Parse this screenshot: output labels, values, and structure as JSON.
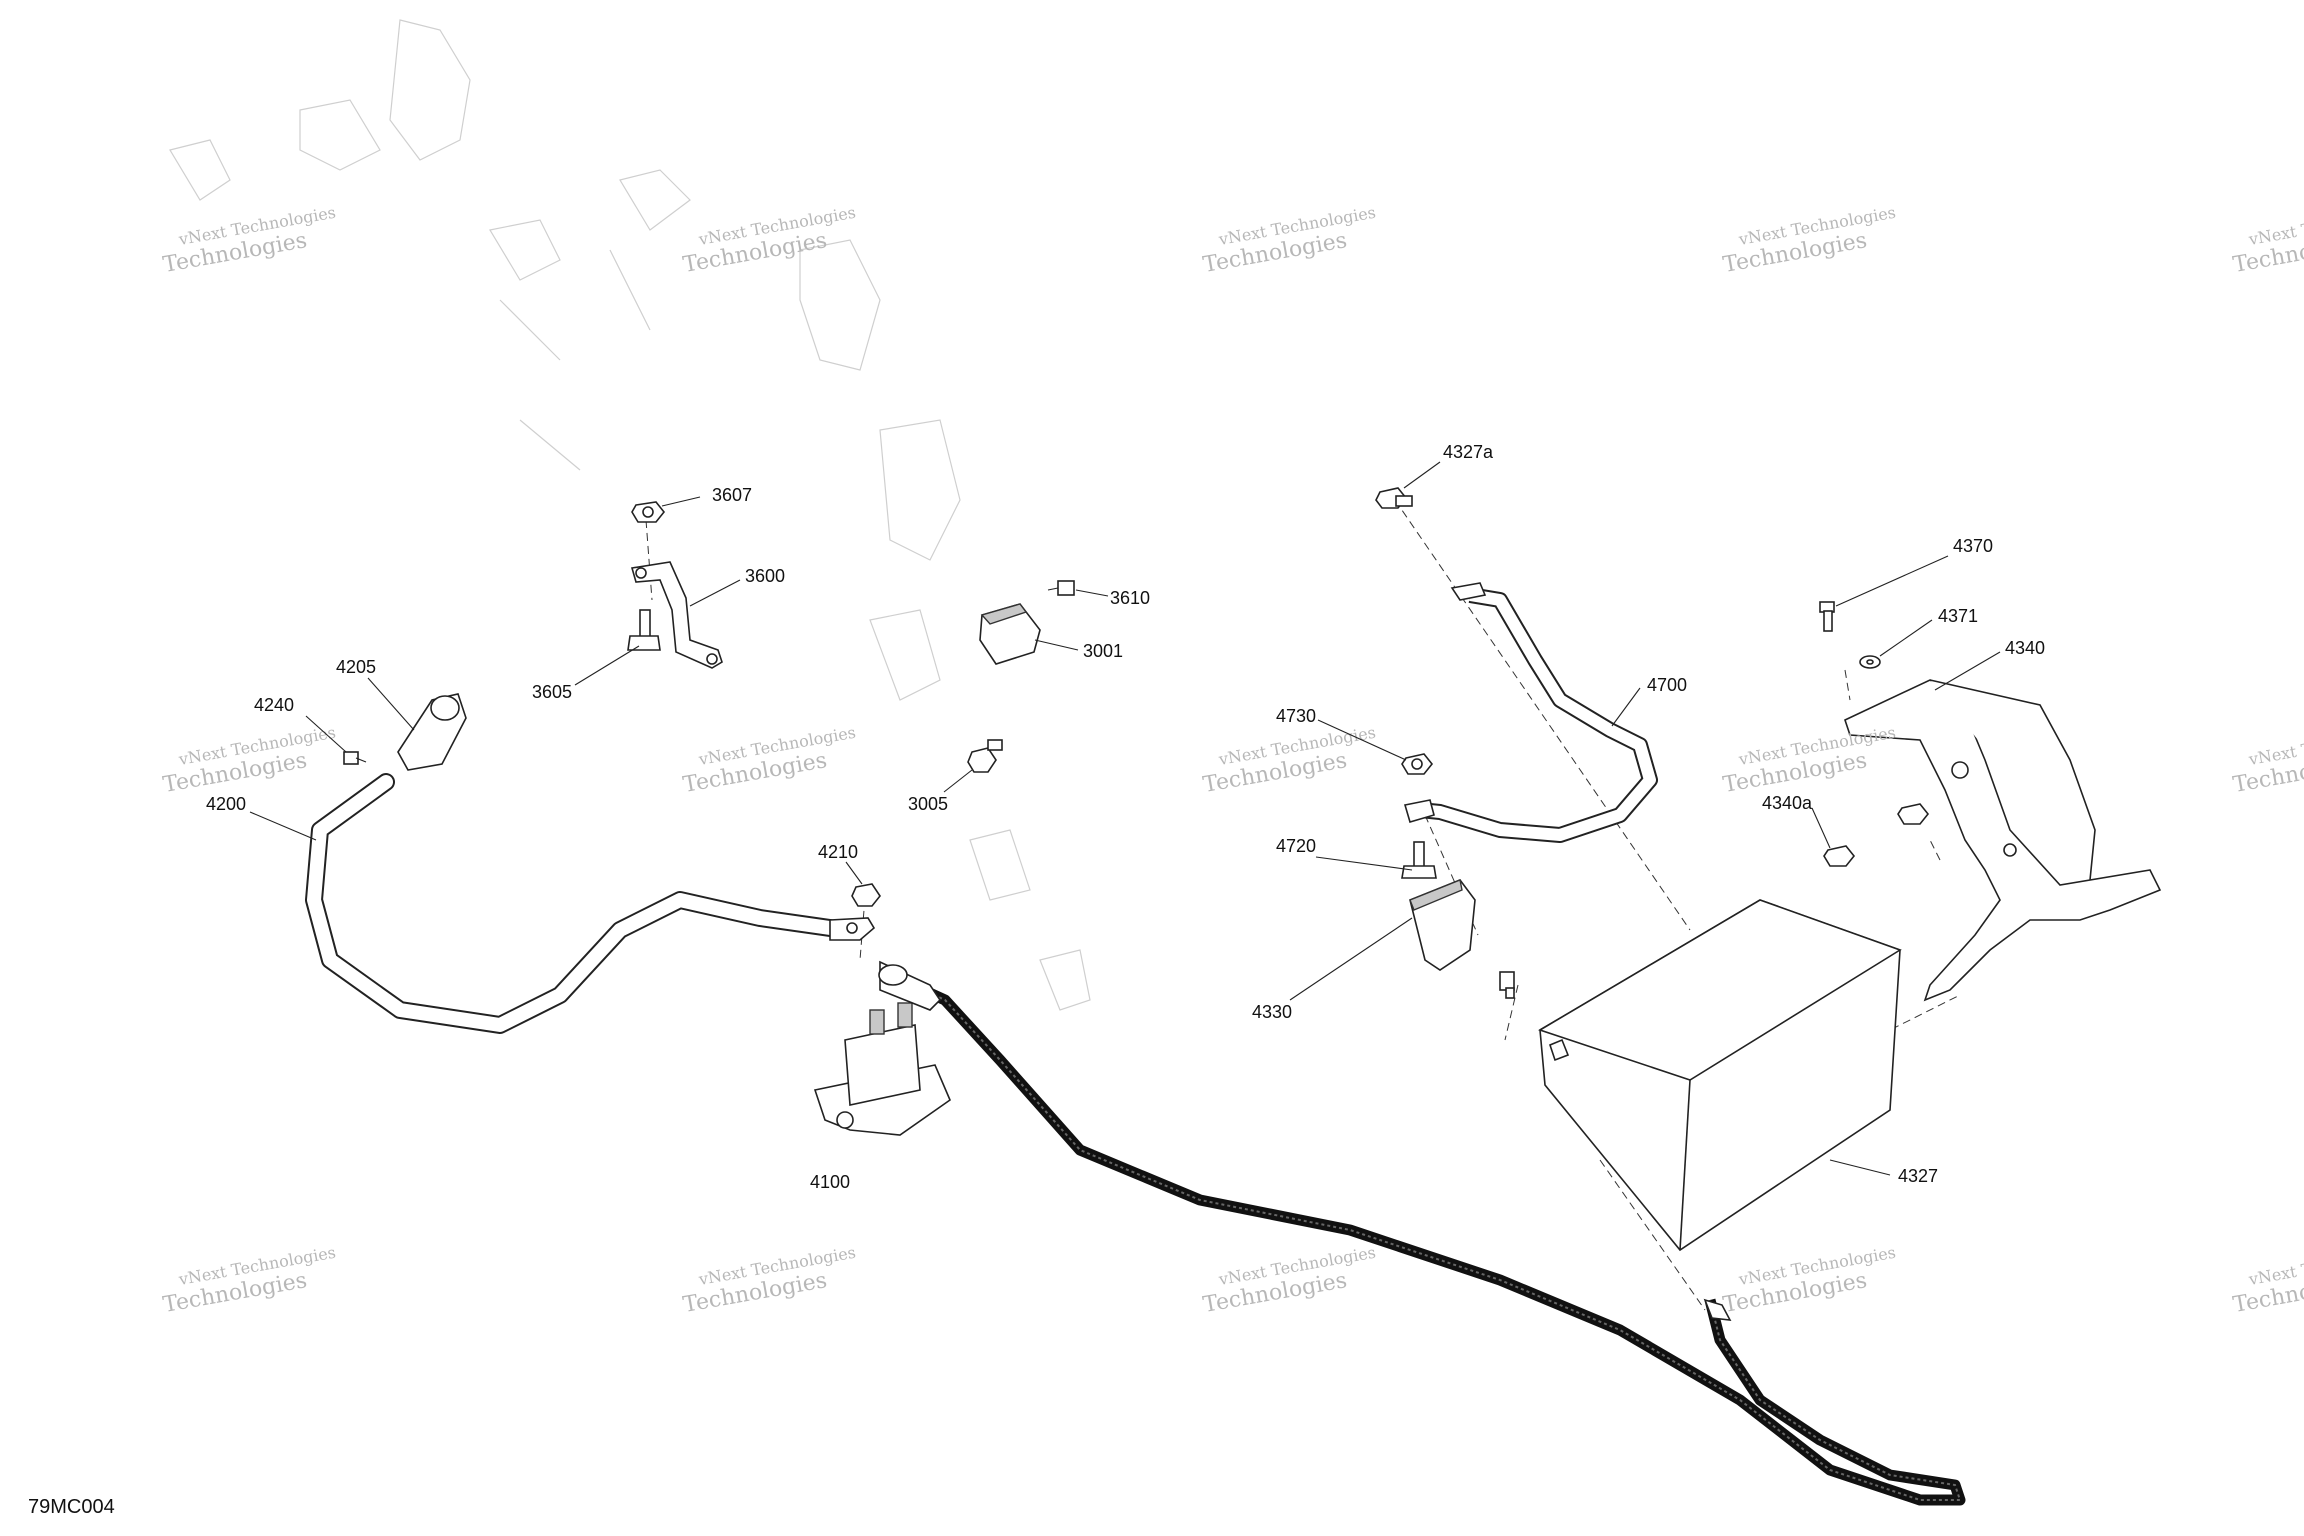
{
  "diagram_code": "79MC004",
  "watermark": {
    "line1": "vNext Technologies",
    "line2": "Technologies"
  },
  "callouts": {
    "p3607": "3607",
    "p3600": "3600",
    "p3605": "3605",
    "p3610": "3610",
    "p3001": "3001",
    "p3005": "3005",
    "p4205": "4205",
    "p4240": "4240",
    "p4200": "4200",
    "p4210": "4210",
    "p4100": "4100",
    "p4327a": "4327a",
    "p4700": "4700",
    "p4730": "4730",
    "p4720": "4720",
    "p4330": "4330",
    "p4327": "4327",
    "p4370": "4370",
    "p4371": "4371",
    "p4340": "4340",
    "p4340a": "4340a"
  }
}
